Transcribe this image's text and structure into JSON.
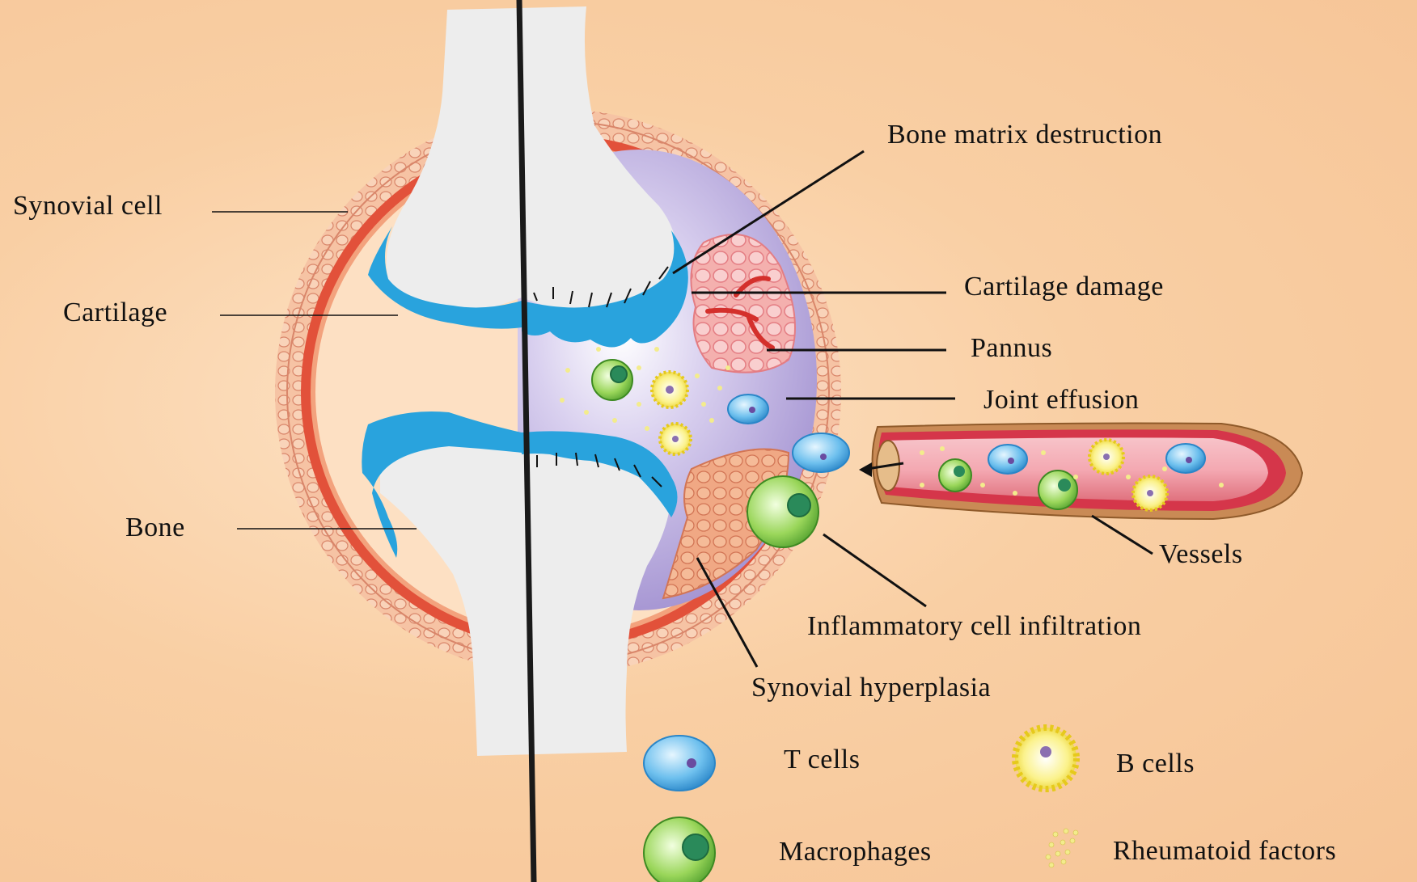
{
  "labels": {
    "synovial_cell": "Synovial cell",
    "cartilage": "Cartilage",
    "bone": "Bone",
    "bone_matrix_destruction": "Bone matrix destruction",
    "cartilage_damage": "Cartilage damage",
    "pannus": "Pannus",
    "joint_effusion": "Joint effusion",
    "vessels": "Vessels",
    "inflammatory_cell_infiltration": "Inflammatory cell infiltration",
    "synovial_hyperplasia": "Synovial hyperplasia"
  },
  "legend": {
    "t_cells": "T cells",
    "b_cells": "B cells",
    "macrophages": "Macrophages",
    "rheumatoid_factors": "Rheumatoid factors"
  },
  "colors": {
    "background": "#f8cda2",
    "bone": "#ededed",
    "cartilage": "#29a3dd",
    "synovium": "#e2513a",
    "effusion": "#a391d0",
    "vessel": "#e7747f",
    "t_cell": "#58b2e3",
    "b_cell": "#f6ec6c",
    "macrophage": "#8ed04a"
  }
}
